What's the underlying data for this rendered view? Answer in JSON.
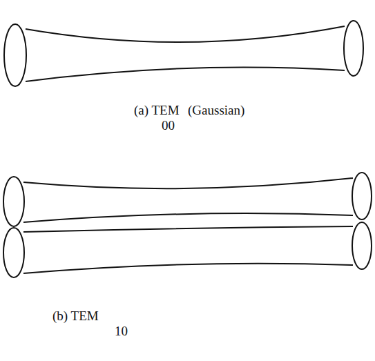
{
  "diagram": {
    "labels": [
      "(a) TEM",
      "(Gaussian)",
      "00",
      "(b) TEM",
      "10"
    ]
  }
}
